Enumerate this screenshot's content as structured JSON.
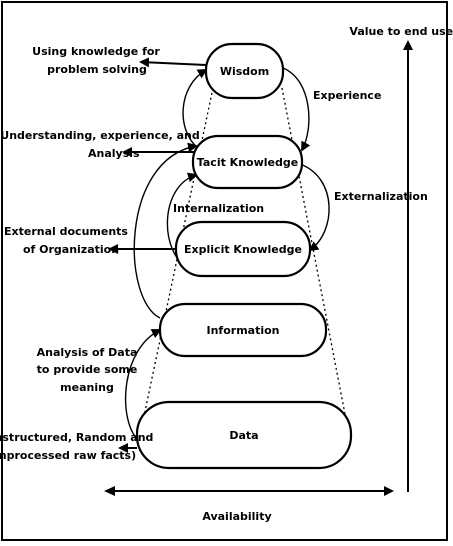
{
  "labels": {
    "value_to_end_user": "Value to end user",
    "availability": "Availability",
    "experience": "Experience",
    "externalization": "Externalization",
    "internalization": "Internalization"
  },
  "nodes": {
    "wisdom": "Wisdom",
    "tacit": "Tacit Knowledge",
    "explicit": "Explicit Knowledge",
    "information": "Information",
    "data": "Data"
  },
  "side_notes": {
    "wisdom_l1": "Using knowledge for",
    "wisdom_l2": "problem solving",
    "tacit_l1": "Understanding, experience, and",
    "tacit_l2": "Analysis",
    "explicit_l1": "External documents",
    "explicit_l2": "of Organization",
    "info_l1": "Analysis of Data",
    "info_l2": "to provide some",
    "info_l3": "meaning",
    "data_l1": "(Unstructured, Random and",
    "data_l2": "Unprocessed raw facts)"
  }
}
